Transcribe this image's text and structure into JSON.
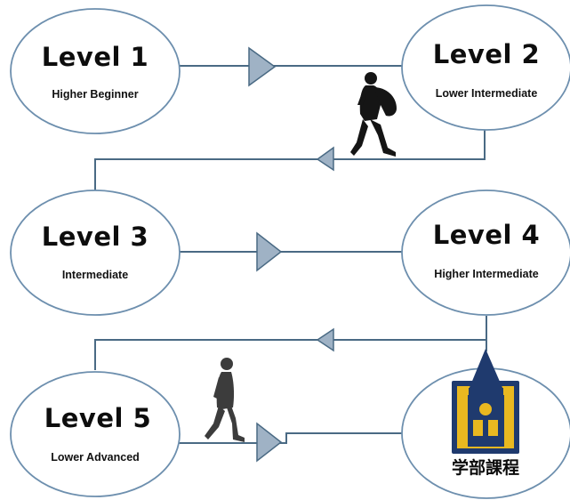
{
  "colors": {
    "connector": "#4a6a84",
    "arrow_fill": "#9fb2c5",
    "ellipse_stroke": "#6d8fae",
    "ellipse_fill": "#ffffff",
    "badge_blue": "#1f3a6e",
    "badge_gold": "#e9b820",
    "silhouette_dark": "#151515",
    "silhouette_grey": "#3c3c3c"
  },
  "levels": [
    {
      "title": "Level 1",
      "subtitle": "Higher Beginner"
    },
    {
      "title": "Level 2",
      "subtitle": "Lower Intermediate"
    },
    {
      "title": "Level 3",
      "subtitle": "Intermediate"
    },
    {
      "title": "Level 4",
      "subtitle": "Higher Intermediate"
    },
    {
      "title": "Level 5",
      "subtitle": "Lower Advanced"
    }
  ],
  "destination": {
    "label": "学部課程",
    "icon": "clock-tower-logo-icon"
  },
  "decorations": [
    "walking-student-with-backpack-icon",
    "walking-person-icon"
  ]
}
